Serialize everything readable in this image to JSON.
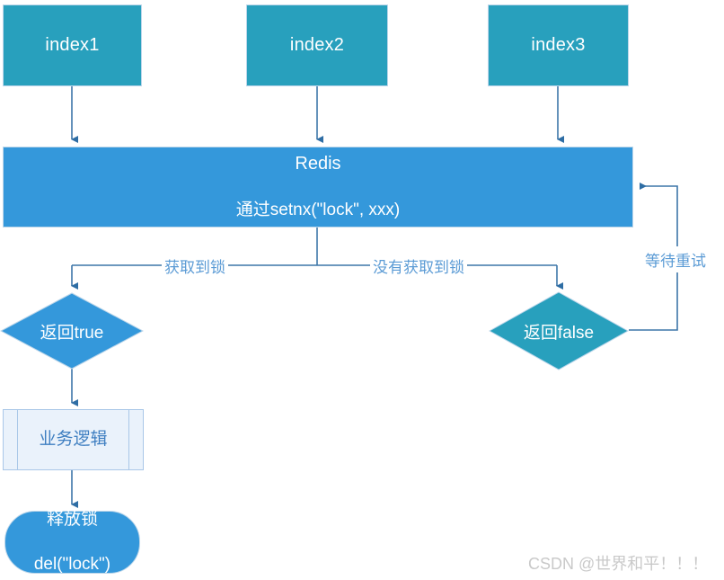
{
  "diagram": {
    "title": "Redis distributed lock flowchart",
    "colors": {
      "teal": "#28a0bd",
      "blue": "#3498db",
      "edge": "#3d76a8",
      "label_text": "#5b9bd5",
      "process_fill": "#eaf2fb",
      "process_border": "#a9c7e8",
      "watermark": "#c9c9c9"
    },
    "nodes": {
      "index1": {
        "label": "index1",
        "shape": "rectangle"
      },
      "index2": {
        "label": "index2",
        "shape": "rectangle"
      },
      "index3": {
        "label": "index3",
        "shape": "rectangle"
      },
      "redis": {
        "line1": "Redis",
        "line2": "通过setnx(\"lock\", xxx)",
        "shape": "rectangle"
      },
      "return_true": {
        "label": "返回true",
        "shape": "diamond"
      },
      "return_false": {
        "label": "返回false",
        "shape": "diamond"
      },
      "business_logic": {
        "label": "业务逻辑",
        "shape": "predefined-process"
      },
      "release_lock": {
        "line1": "释放锁",
        "line2": "del(\"lock\")",
        "shape": "rounded-rectangle"
      }
    },
    "edge_labels": {
      "got_lock": "获取到锁",
      "no_lock": "没有获取到锁",
      "wait_retry": "等待重试"
    }
  },
  "watermark": {
    "text": "CSDN @世界和平！！！"
  }
}
